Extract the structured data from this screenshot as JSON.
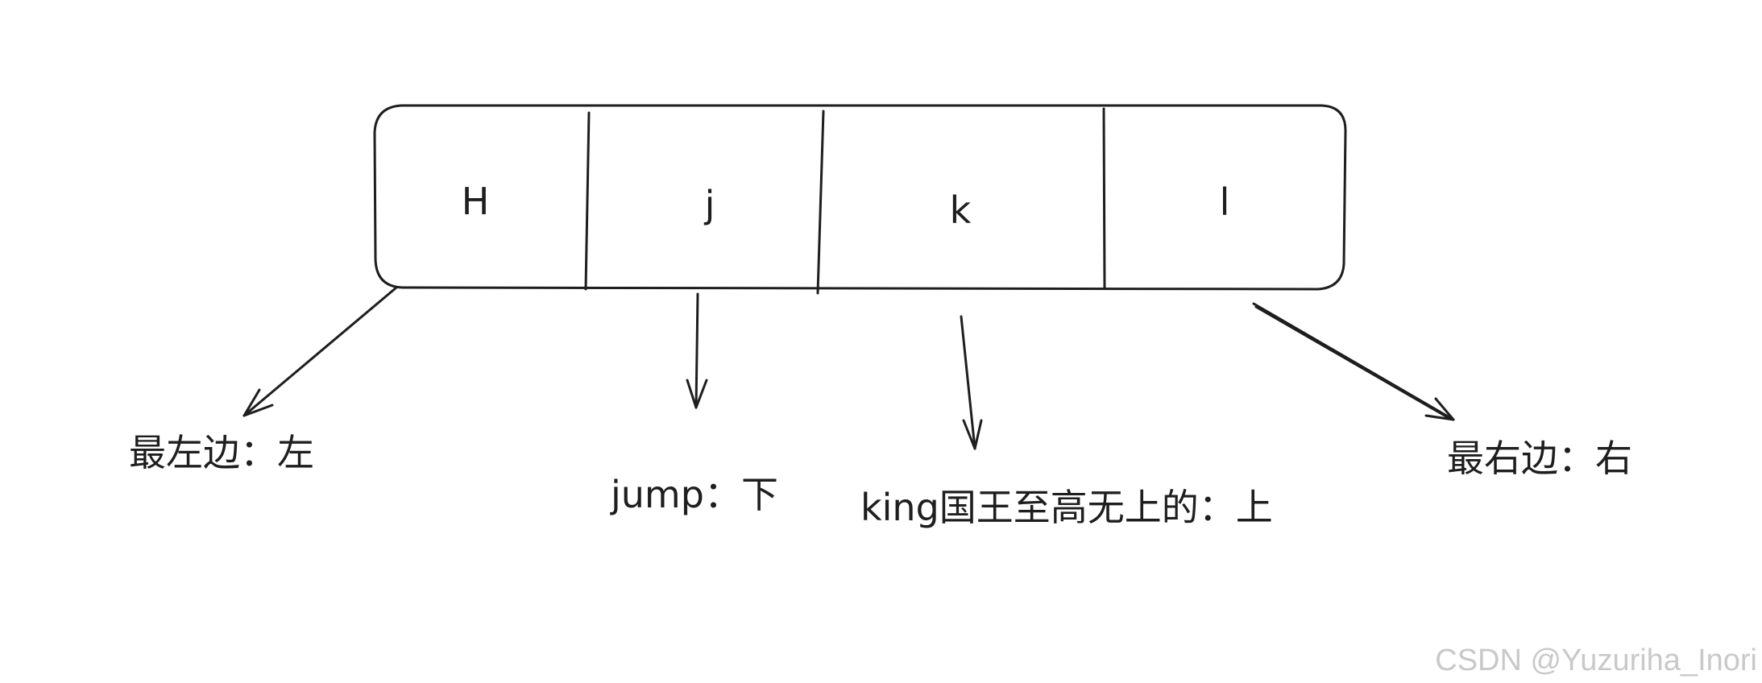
{
  "keys": [
    {
      "letter": "H",
      "description": "最左边：左"
    },
    {
      "letter": "j",
      "description": "jump：下"
    },
    {
      "letter": "k",
      "description": "king国王至高无上的：上"
    },
    {
      "letter": "l",
      "description": "最右边：右"
    }
  ],
  "watermark": "CSDN @Yuzuriha_Inori",
  "colors": {
    "ink": "#1e1e1e",
    "background": "#ffffff",
    "watermark": "#c9c9c9"
  }
}
